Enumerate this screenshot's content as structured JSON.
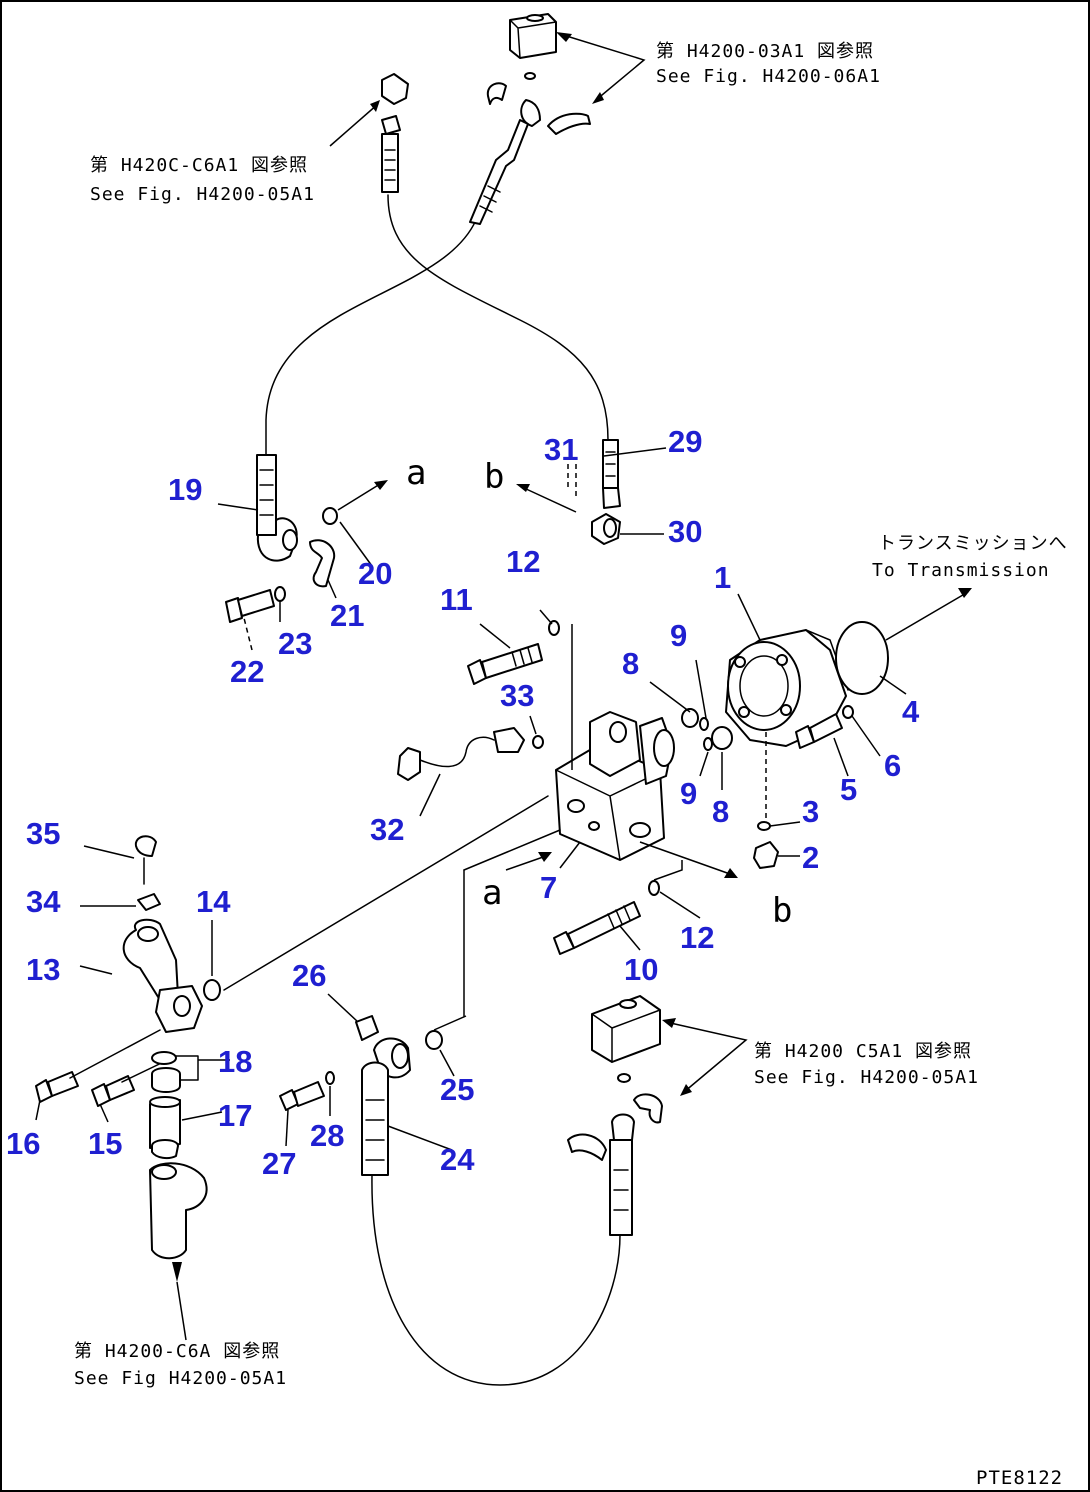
{
  "drawing_code": "PTE8122",
  "references": {
    "top_right": {
      "jp": "第 H4200-03A1 図参照",
      "en": "See Fig. H4200-06A1"
    },
    "top_left": {
      "jp": "第 H420C-C6A1 図参照",
      "en": "See Fig. H4200-05A1"
    },
    "bottom_right": {
      "jp": "第 H4200 C5A1 図参照",
      "en": "See Fig. H4200-05A1"
    },
    "bottom_left": {
      "jp": "第 H4200-C6A 図参照",
      "en": "See Fig H4200-05A1"
    },
    "transmission": {
      "jp": "トランスミッションへ",
      "en": "To Transmission"
    }
  },
  "direction_letters": {
    "a_upper": "a",
    "b_upper": "b",
    "a_lower": "a",
    "b_lower": "b"
  },
  "part_numbers": {
    "p1": "1",
    "p2": "2",
    "p3": "3",
    "p4": "4",
    "p5": "5",
    "p6": "6",
    "p7": "7",
    "p8a": "8",
    "p8b": "8",
    "p9a": "9",
    "p9b": "9",
    "p10": "10",
    "p11": "11",
    "p12a": "12",
    "p12b": "12",
    "p13": "13",
    "p14": "14",
    "p15": "15",
    "p16": "16",
    "p17": "17",
    "p18": "18",
    "p19": "19",
    "p20": "20",
    "p21": "21",
    "p22": "22",
    "p23": "23",
    "p24": "24",
    "p25": "25",
    "p26": "26",
    "p27": "27",
    "p28": "28",
    "p29": "29",
    "p30": "30",
    "p31": "31",
    "p32": "32",
    "p33": "33",
    "p34": "34",
    "p35": "35"
  },
  "colors": {
    "label_color": "#1f1fd0",
    "line_color": "#000000",
    "background": "#ffffff"
  }
}
